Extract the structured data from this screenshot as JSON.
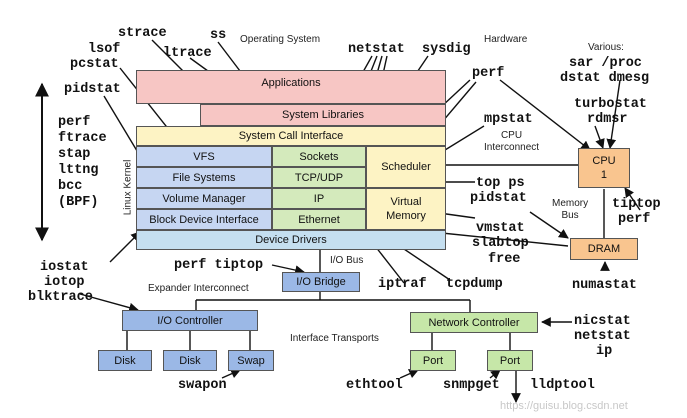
{
  "labels": {
    "operating_system": "Operating System",
    "hardware": "Hardware",
    "various": "Various:",
    "linux_kernel": "Linux Kernel",
    "io_bus": "I/O Bus",
    "expander_interconnect": "Expander Interconnect",
    "interface_transports": "Interface Transports",
    "cpu_interconnect": "CPU\nInterconnect",
    "memory_bus": "Memory\nBus",
    "watermark": "https://guisu.blog.csdn.net"
  },
  "layers": {
    "applications": "Applications",
    "system_libraries": "System Libraries",
    "system_call_interface": "System Call Interface",
    "vfs": "VFS",
    "file_systems": "File Systems",
    "volume_manager": "Volume Manager",
    "block_device_interface": "Block Device Interface",
    "sockets": "Sockets",
    "tcp_udp": "TCP/UDP",
    "ip": "IP",
    "ethernet": "Ethernet",
    "scheduler": "Scheduler",
    "virtual_memory": "Virtual\nMemory",
    "device_drivers": "Device Drivers"
  },
  "hardware": {
    "cpu": "CPU\n1",
    "dram": "DRAM",
    "io_bridge": "I/O Bridge",
    "io_controller": "I/O Controller",
    "disk1": "Disk",
    "disk2": "Disk",
    "swap": "Swap",
    "network_controller": "Network Controller",
    "port1": "Port",
    "port2": "Port"
  },
  "tools": {
    "strace": "strace",
    "ss": "ss",
    "lsof": "lsof",
    "pcstat": "pcstat",
    "ltrace": "ltrace",
    "pidstat_left": "pidstat",
    "netstat_top": "netstat",
    "sysdig": "sysdig",
    "perf_top": "perf",
    "sar_proc": "sar /proc",
    "dstat_dmesg": "dstat dmesg",
    "turbostat": "turbostat",
    "rdmsr": "rdmsr",
    "mpstat": "mpstat",
    "top_ps": "top ps",
    "pidstat_right": "pidstat",
    "tiptop": "tiptop",
    "perf_right": "perf",
    "vmstat": "vmstat",
    "slabtop": "slabtop",
    "free": "free",
    "numastat": "numastat",
    "perf_tiptop": "perf tiptop",
    "iostat": "iostat",
    "iotop": "iotop",
    "blktrace": "blktrace",
    "iptraf": "iptraf",
    "tcpdump": "tcpdump",
    "nicstat": "nicstat",
    "netstat_right": "netstat",
    "ip": "ip",
    "swapon": "swapon",
    "ethtool": "ethtool",
    "snmpget": "snmpget",
    "lldptool": "lldptool"
  },
  "stack_tools": [
    "perf",
    "ftrace",
    "stap",
    "lttng",
    "bcc",
    "(BPF)"
  ],
  "colors": {
    "applications": "#f7c6c4",
    "system_call": "#fdf3c4",
    "blue_layer": "#c6d6f2",
    "green_layer": "#d4eabc",
    "yellow_layer": "#fdf3c4",
    "device_drivers": "#c5dff0",
    "cpu": "#f9c58f",
    "hw_blue": "#9bb8e6",
    "hw_green": "#c6e7a8",
    "line": "#111111"
  }
}
